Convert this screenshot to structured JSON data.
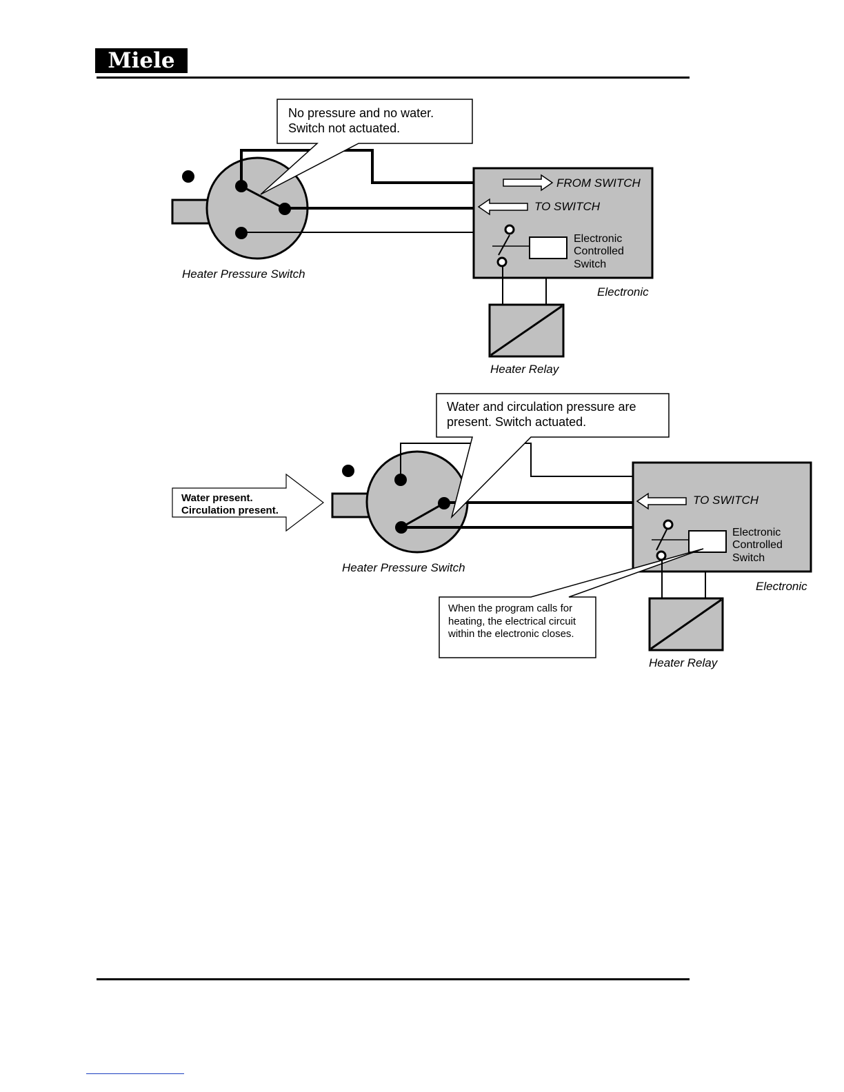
{
  "header": {
    "logo_text": "Miele"
  },
  "diagram_top": {
    "callout": [
      "No pressure and no water.",
      "Switch not actuated."
    ],
    "from_switch": "FROM SWITCH",
    "to_switch": "TO SWITCH",
    "ecs": [
      "Electronic",
      "Controlled",
      "Switch"
    ],
    "electronic": "Electronic",
    "pressure_switch": "Heater Pressure Switch",
    "relay": "Heater Relay"
  },
  "diagram_bottom": {
    "callout": [
      "Water and circulation pressure are",
      "present. Switch actuated."
    ],
    "arrow_text": [
      "Water present.",
      "Circulation present."
    ],
    "to_switch": "TO SWITCH",
    "ecs": [
      "Electronic",
      "Controlled",
      "Switch"
    ],
    "electronic": "Electronic",
    "pressure_switch": "Heater Pressure Switch",
    "relay": "Heater Relay",
    "heating_note": [
      "When the program calls for",
      "heating, the electrical circuit",
      "within the electronic closes."
    ]
  },
  "colors": {
    "component_fill": "#c0c0c0",
    "line": "#000000",
    "logo_bg": "#000000"
  }
}
